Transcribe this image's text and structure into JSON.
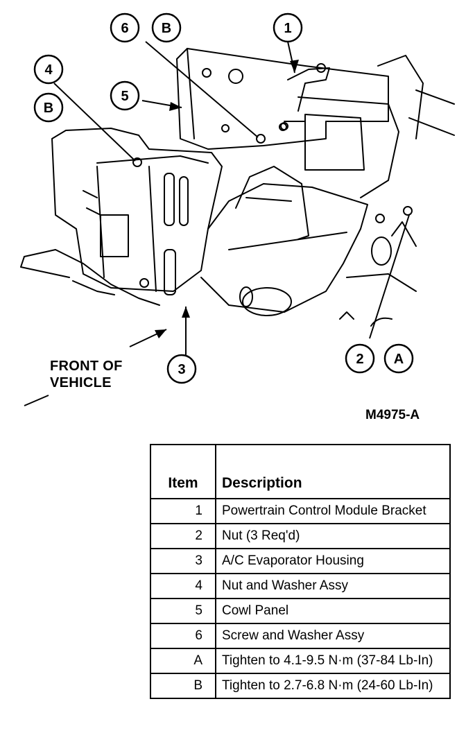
{
  "figure": {
    "callouts": [
      {
        "id": "1",
        "label": "1"
      },
      {
        "id": "2",
        "label": "2"
      },
      {
        "id": "3",
        "label": "3"
      },
      {
        "id": "4",
        "label": "4"
      },
      {
        "id": "5",
        "label": "5"
      },
      {
        "id": "6",
        "label": "6"
      },
      {
        "id": "A",
        "label": "A"
      },
      {
        "id": "B-top",
        "label": "B"
      },
      {
        "id": "B-left",
        "label": "B"
      }
    ],
    "front_label": "FRONT OF\nVEHICLE",
    "figure_id": "M4975-A"
  },
  "table": {
    "headers": {
      "item": "Item",
      "description": "Description"
    },
    "rows": [
      {
        "item": "1",
        "description": "Powertrain Control Module Bracket"
      },
      {
        "item": "2",
        "description": "Nut (3 Req'd)"
      },
      {
        "item": "3",
        "description": "A/C Evaporator Housing"
      },
      {
        "item": "4",
        "description": "Nut and Washer Assy"
      },
      {
        "item": "5",
        "description": "Cowl Panel"
      },
      {
        "item": "6",
        "description": "Screw and Washer Assy"
      },
      {
        "item": "A",
        "description": "Tighten to 4.1-9.5 N·m (37-84 Lb-In)"
      },
      {
        "item": "B",
        "description": "Tighten to 2.7-6.8 N·m (24-60 Lb-In)"
      }
    ]
  }
}
